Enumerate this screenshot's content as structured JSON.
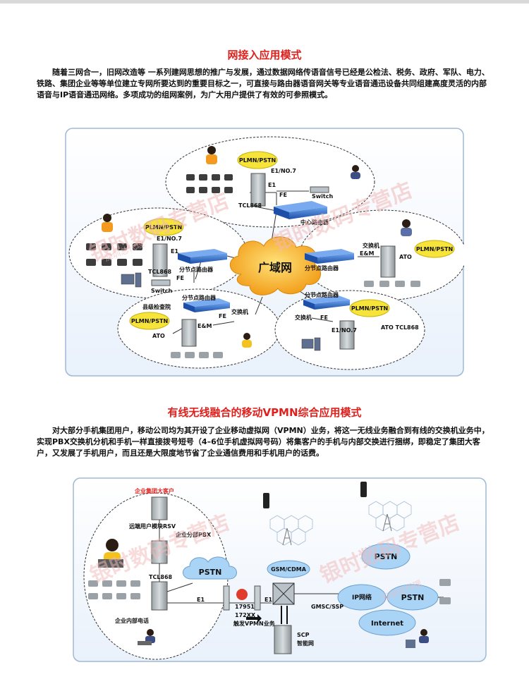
{
  "sections": [
    {
      "title": "网接入应用模式",
      "paragraph": "随着三网合一，旧网改造等 一系列建网思想的推广与发展，通过数据网络传语音信号已经是公检法、税务、政府、军队、电力、铁路、集团企业等等单位建立专网所要达到的重要目标之一，可直接与路由器语音网关等专业语音通迅设备共同组建高度灵活的内部语音与IP语音通迅网络。多项成功的组网案例，为广大用户提供了有效的可参照模式。"
    },
    {
      "title": "有线无线融合的移动VPMN综合应用模式",
      "paragraph": "对大部分手机集团用户，移动公司均为其开设了企业移动虚拟网（VPMN）业务，将这一无线业务融合到有线的交换机业务中，实现PBX交换机分机和手机一样直接拨号短号（4–6位手机虚拟网号码）将集客户的手机与内部交换进行捆绑，即稳定了集团大客户，又发展了手机用户，而且还是大限度地节省了企业通信费用和手机用户的话费。"
    }
  ],
  "diagram1": {
    "wan": "广域网",
    "plmn": "PLMN/PSTN",
    "e1_no7": "E1/NO.7",
    "e1": "E1",
    "fe": "FE",
    "em": "E&M",
    "tcl868": "TCL868",
    "ato": "ATO",
    "ato_tcl868": "ATO TCL868",
    "switch": "Switch",
    "central_router": "中心路由器",
    "branch_router": "分节点路由器",
    "exchange": "交换机",
    "county_court": "县级检查院"
  },
  "diagram2": {
    "group_customer": "企业集团大客户",
    "rsv": "远端用户模块RSV",
    "branch_pbx": "企业分部PBX",
    "tcl868": "TCL868",
    "internal_phone": "企业内部电话",
    "pstn": "PSTN",
    "e1": "E1",
    "num1": "17951",
    "num2": "172XX",
    "trigger": "触发VPMN业务",
    "gsm": "GSM/CDMA",
    "scp": "SCP",
    "intelligent_net": "智能网",
    "ip_net": "IP网络",
    "gmsc": "GMSC/SSP",
    "internet": "Internet"
  },
  "watermark": {
    "a": "银时数码专营店",
    "b": "深圳总代理"
  },
  "colors": {
    "title_red": "#e0201c",
    "cloud_orange": "#f6a21a",
    "plmn_yellow": "#f7e43a",
    "router_blue": "#2f6fd1",
    "cloud_blue": "#aad4f5",
    "panel_border": "#9fb8d6"
  }
}
